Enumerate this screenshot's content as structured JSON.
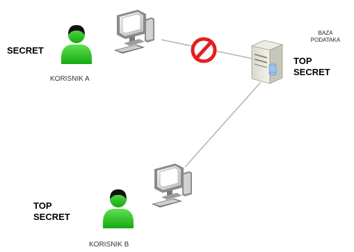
{
  "user_a": {
    "clearance": "SECRET",
    "name": "KORISNIK A"
  },
  "user_b": {
    "clearance_line1": "TOP",
    "clearance_line2": "SECRET",
    "name": "KORISNIK B"
  },
  "database": {
    "label_line1": "BAZA",
    "label_line2": "PODATAKA",
    "clearance_line1": "TOP",
    "clearance_line2": "SECRET"
  },
  "colors": {
    "user_body": "#22c31a",
    "user_head": "#111111",
    "forbidden": "#e41e1e",
    "link": "#b5b5b5"
  },
  "icons": [
    "user-icon",
    "computer-icon",
    "server-icon",
    "no-access-icon"
  ]
}
